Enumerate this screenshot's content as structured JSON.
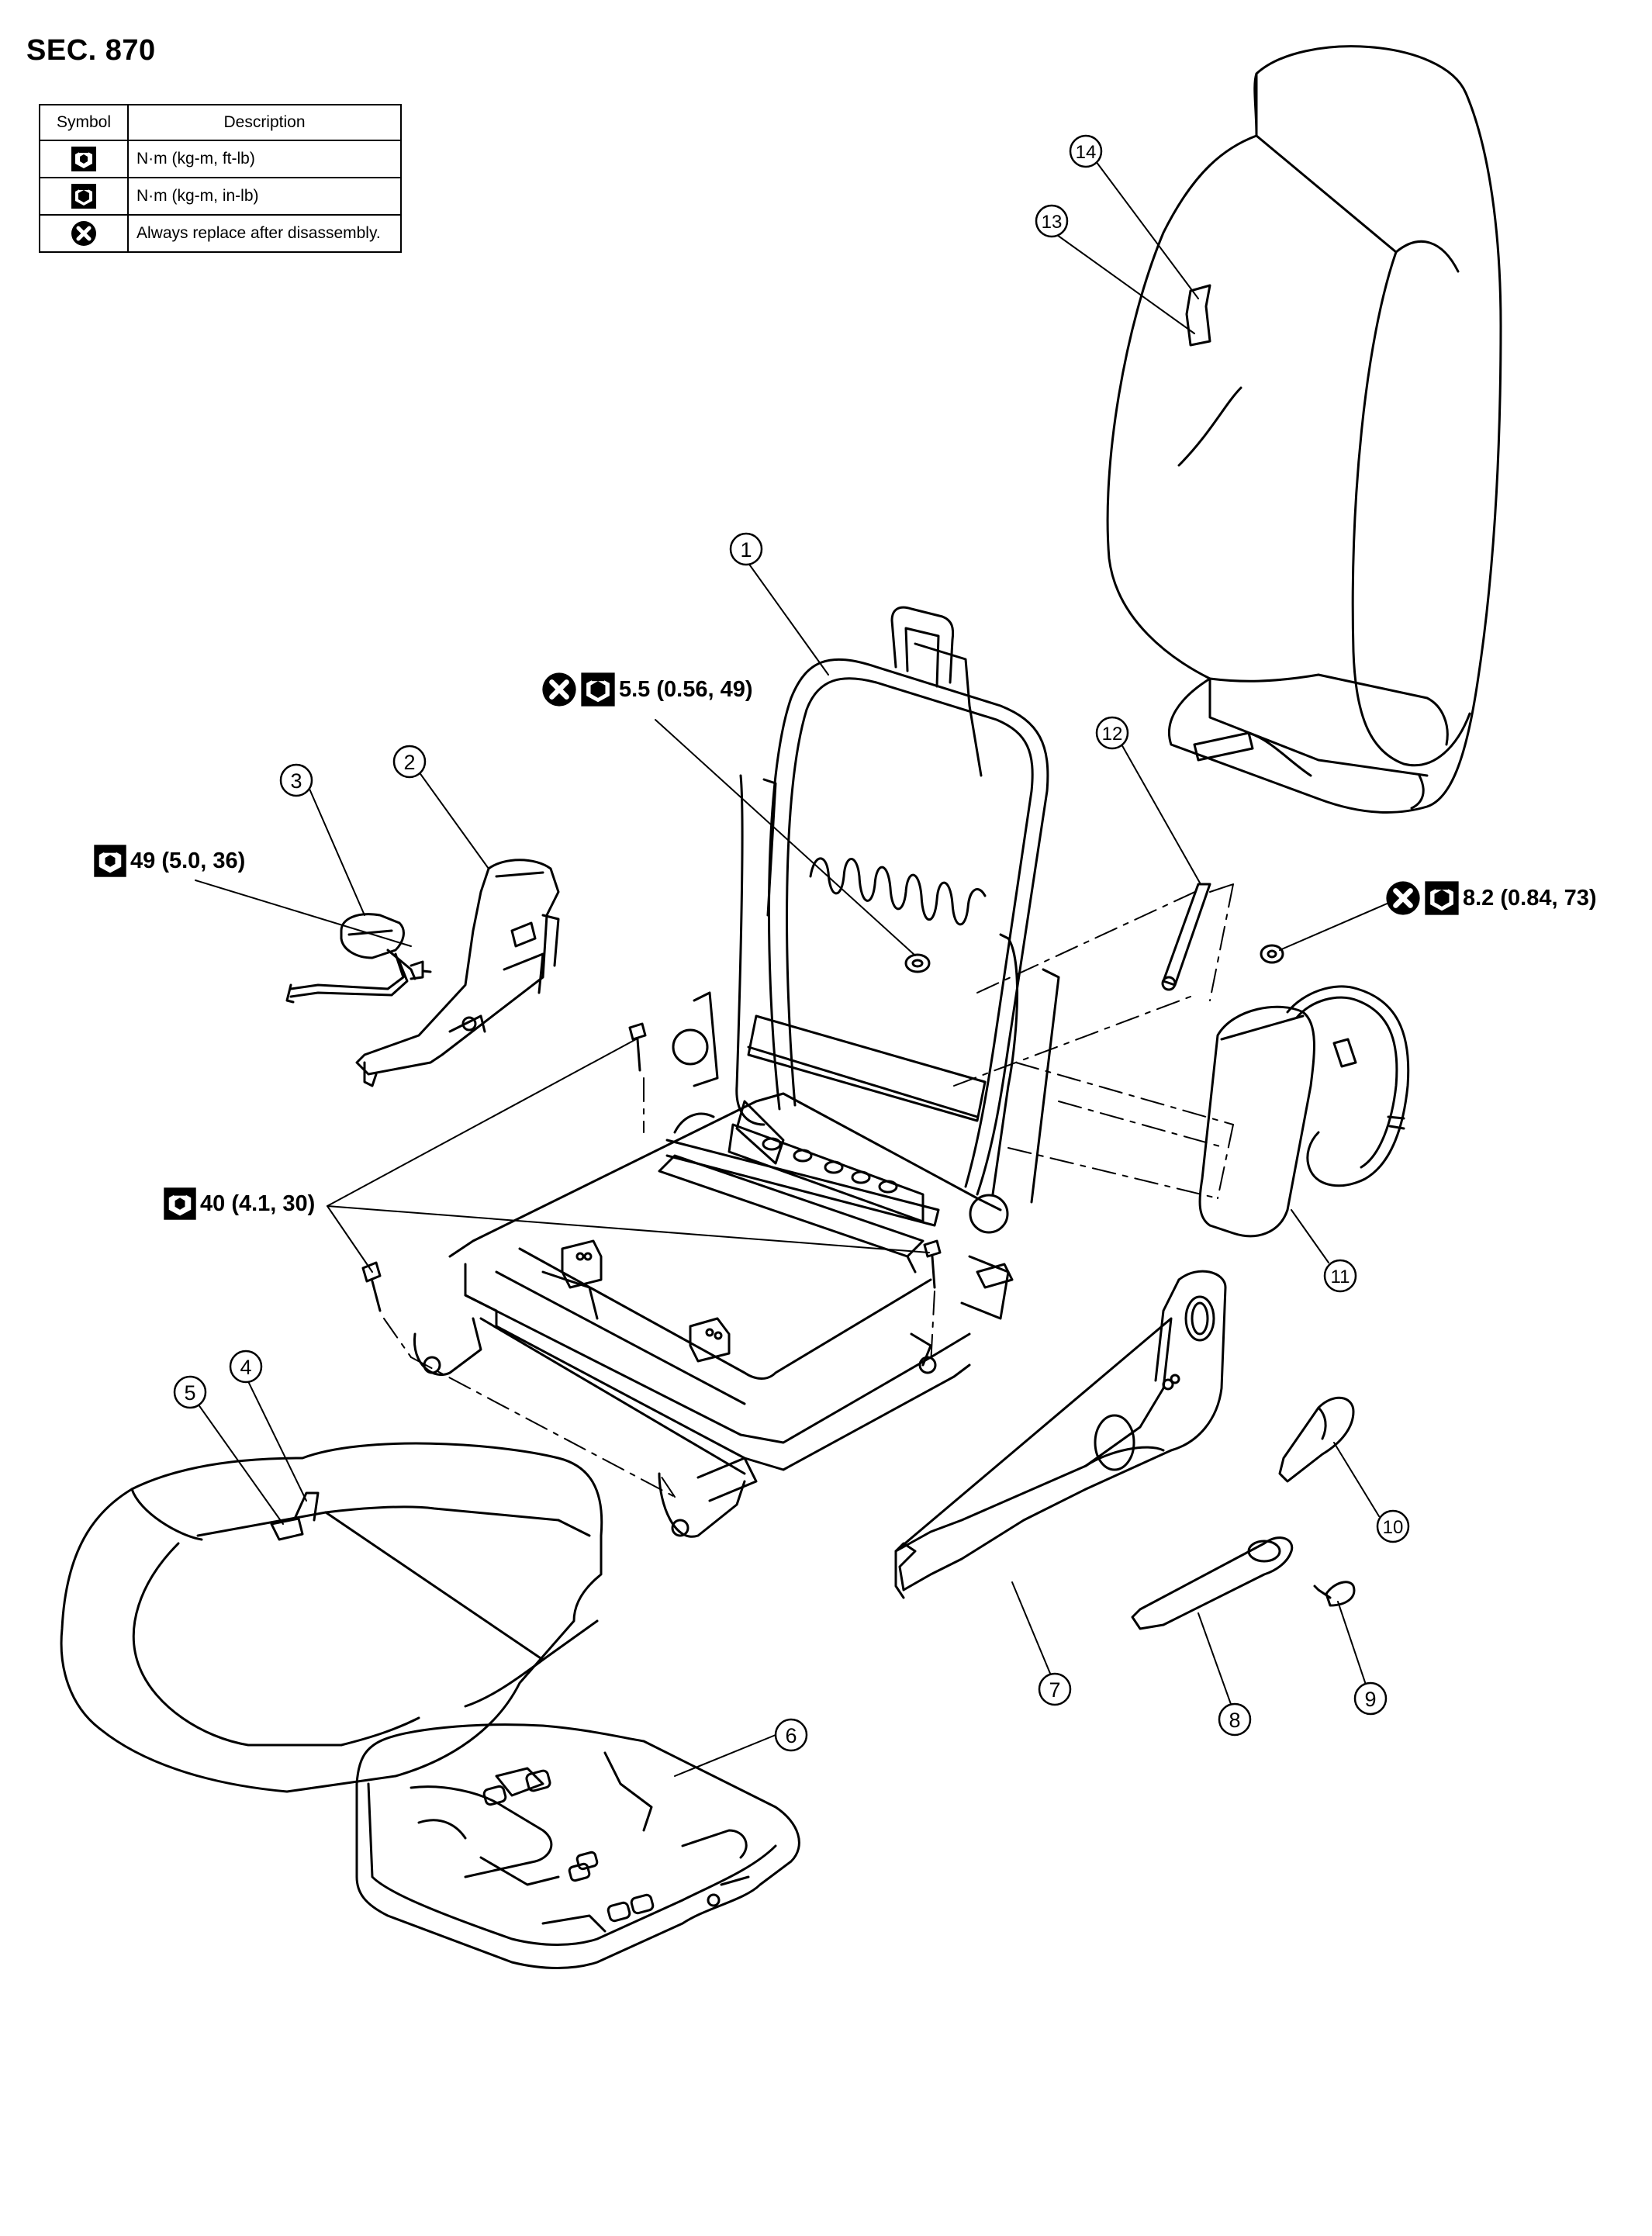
{
  "section": "SEC. 870",
  "legend": {
    "header_symbol": "Symbol",
    "header_description": "Description",
    "rows": [
      {
        "icon": "torque-nut-open-icon",
        "text": "N·m (kg-m, ft-lb)"
      },
      {
        "icon": "torque-nut-filled-icon",
        "text": "N·m (kg-m, in-lb)"
      },
      {
        "icon": "always-replace-icon",
        "text": "Always replace after disassembly."
      }
    ]
  },
  "torques": {
    "t1": "5.5 (0.56, 49)",
    "t2": "49 (5.0, 36)",
    "t3": "8.2 (0.84, 73)",
    "t4": "40 (4.1, 30)"
  },
  "callouts": [
    "1",
    "2",
    "3",
    "4",
    "5",
    "6",
    "7",
    "8",
    "9",
    "10",
    "11",
    "12",
    "13",
    "14"
  ]
}
